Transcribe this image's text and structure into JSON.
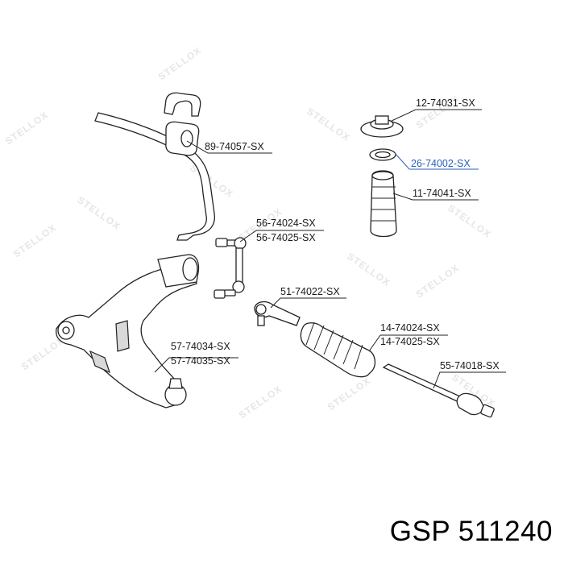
{
  "watermark": "STELLOX",
  "labels": {
    "p1": "12-74031-SX",
    "p2": "26-74002-SX",
    "p3": "11-74041-SX",
    "p4": "89-74057-SX",
    "p5a": "56-74024-SX",
    "p5b": "56-74025-SX",
    "p6": "51-74022-SX",
    "p7a": "14-74024-SX",
    "p7b": "14-74025-SX",
    "p8": "55-74018-SX",
    "p9a": "57-74034-SX",
    "p9b": "57-74035-SX"
  },
  "footer": {
    "text": "GSP 511240"
  },
  "colors": {
    "highlight": "#2a62b8",
    "line": "#222222",
    "watermark": "#e6e6e6"
  }
}
